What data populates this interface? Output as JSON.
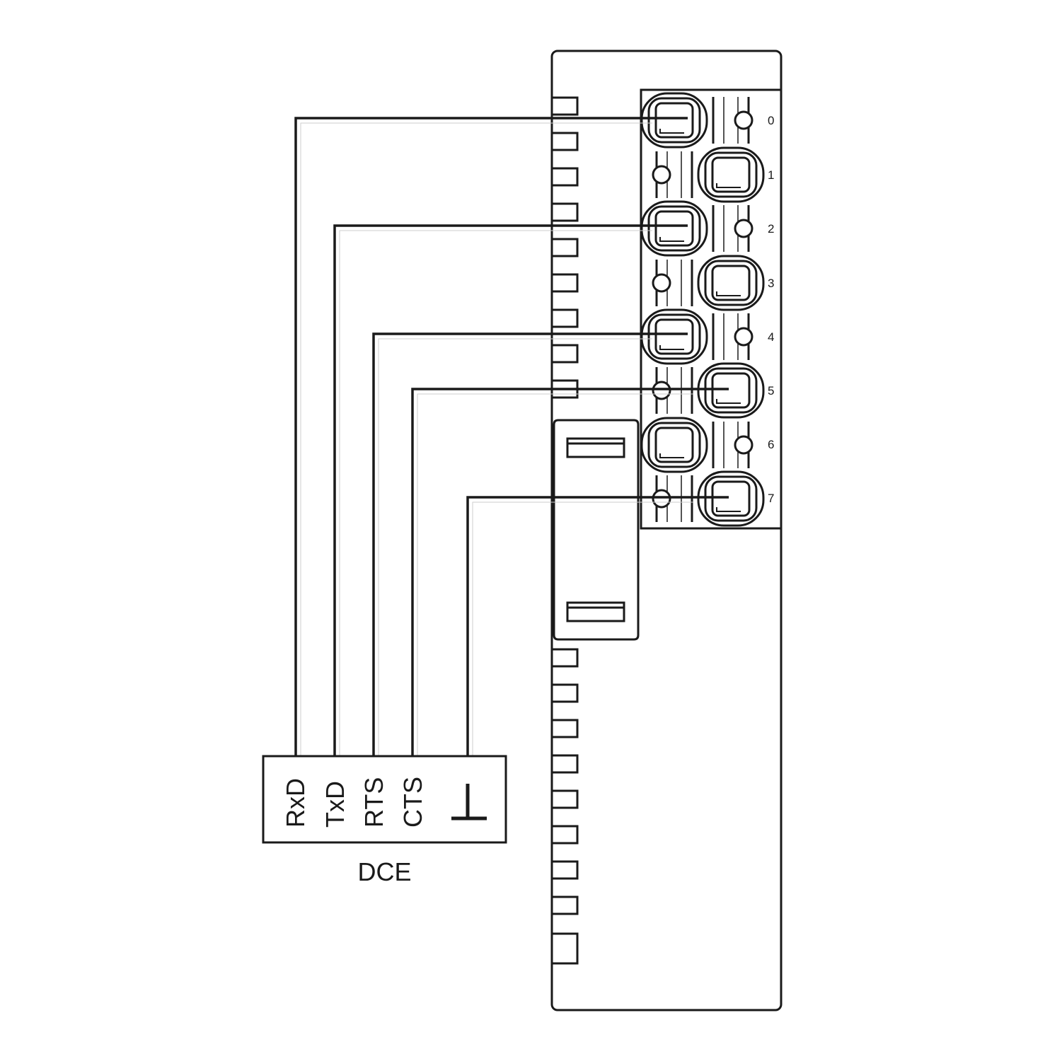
{
  "dce": {
    "title": "DCE",
    "signals": [
      "RxD",
      "TxD",
      "RTS",
      "CTS"
    ],
    "ground_symbol": "ground"
  },
  "terminals": [
    "0",
    "1",
    "2",
    "3",
    "4",
    "5",
    "6",
    "7"
  ],
  "wiring": [
    {
      "signal": "RxD",
      "terminal": "0"
    },
    {
      "signal": "TxD",
      "terminal": "2"
    },
    {
      "signal": "RTS",
      "terminal": "4"
    },
    {
      "signal": "CTS",
      "terminal": "5"
    },
    {
      "signal": "ground",
      "terminal": "7"
    }
  ],
  "colors": {
    "line": "#1a1a1a",
    "background": "#ffffff"
  }
}
